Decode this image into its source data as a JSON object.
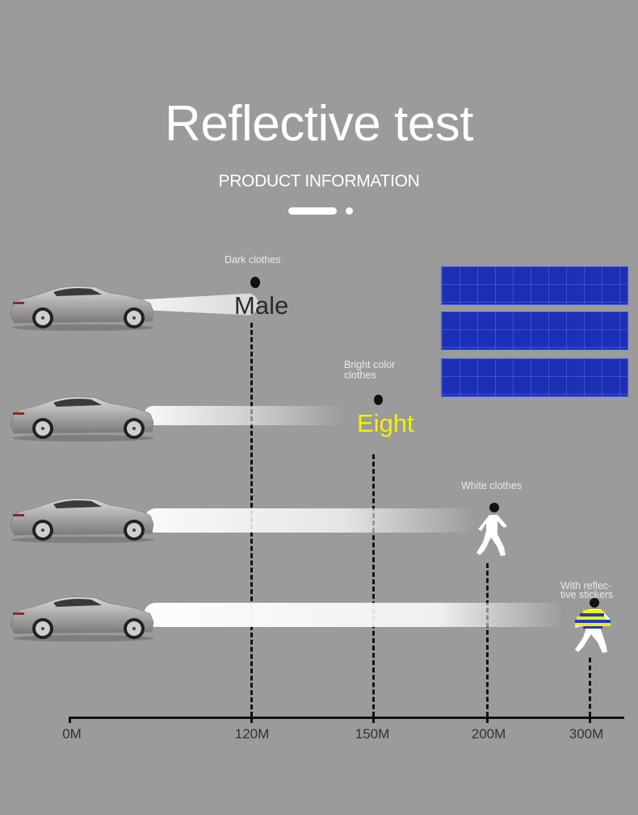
{
  "header": {
    "title": "Reflective test",
    "subtitle": "PRODUCT INFORMATION"
  },
  "rows": [
    {
      "label": "Dark clothes",
      "overlay_text": "Male",
      "overlay_color": "#2a2a2a",
      "distance": "120M"
    },
    {
      "label": "Bright color clothes",
      "label_line1": "Bright color",
      "label_line2": "clothes",
      "overlay_text": "Eight",
      "overlay_color": "#f5f000",
      "distance": "150M"
    },
    {
      "label": "White clothes",
      "distance": "200M"
    },
    {
      "label": "With reflective stickers",
      "label_line1": "With reflec-",
      "label_line2": "tive stickers",
      "distance": "300M"
    }
  ],
  "axis": {
    "ticks": [
      "0M",
      "120M",
      "150M",
      "200M",
      "300M"
    ]
  },
  "colors": {
    "background": "#9b9b9b",
    "reflective_blue": "#1d2fb5",
    "sticker_yellow": "#f5f000"
  }
}
